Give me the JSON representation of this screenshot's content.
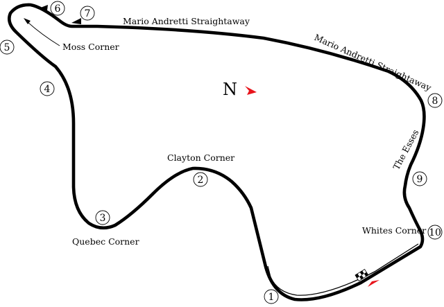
{
  "circuit": {
    "labels": {
      "straight_top": "Mario Andretti Straightaway",
      "straight_right": "Mario Andretti Straightaway",
      "moss": "Moss Corner",
      "clayton": "Clayton Corner",
      "quebec": "Quebec Corner",
      "esses": "The Esses",
      "whites": "Whites Corner"
    },
    "turns": [
      "1",
      "2",
      "3",
      "4",
      "5",
      "6",
      "7",
      "8",
      "9",
      "10"
    ],
    "north": "N"
  },
  "colors": {
    "track": "#000000",
    "arrow": "#e8141c",
    "background": "#ffffff"
  },
  "icons": {
    "start_finish": "checkered-flag-icon",
    "direction": "direction-arrow-icon",
    "compass": "north-arrow-icon"
  }
}
